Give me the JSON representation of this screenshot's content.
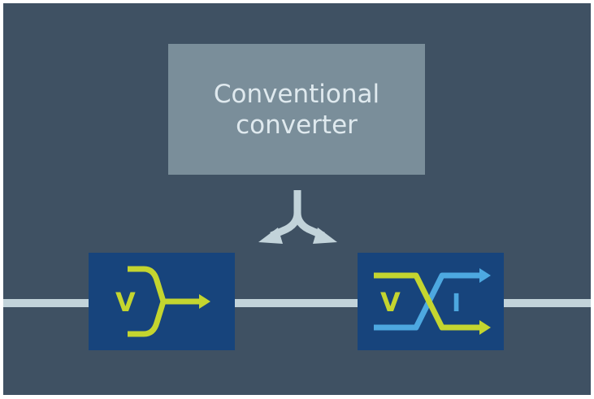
{
  "conventional_converter": {
    "line1": "Conventional",
    "line2": "converter"
  },
  "voltage_block": {
    "symbol": "V"
  },
  "voltage_current_block": {
    "voltage_symbol": "V",
    "current_symbol": "I"
  },
  "colors": {
    "background": "#3f5163",
    "wire": "#c2d3da",
    "converter_box": "#7a8e9a",
    "block": "#17447c",
    "voltage_green": "#c4d52f",
    "current_blue": "#4da8e0",
    "arrow_gray": "#c2d3da"
  }
}
